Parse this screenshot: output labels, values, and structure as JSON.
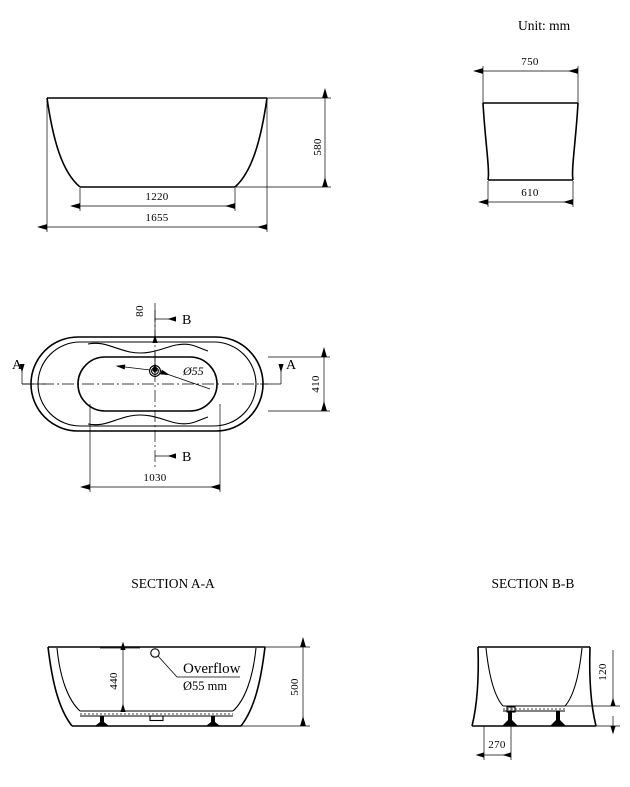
{
  "drawing": {
    "unit_note": "Unit: mm",
    "views": {
      "front_elevation": {
        "name": "front-elevation-view",
        "dimensions": {
          "height": "580",
          "base_width": "1220",
          "overall_length": "1655"
        }
      },
      "side_elevation": {
        "name": "side-elevation-view",
        "dimensions": {
          "top_width": "750",
          "base_width": "610"
        }
      },
      "plan": {
        "name": "plan-view",
        "dimensions": {
          "drain_offset": "80",
          "drain_diameter": "Ø55",
          "inner_width": "410",
          "inner_length": "1030"
        },
        "section_marks": {
          "a_left": "A",
          "a_right": "A",
          "b_top": "B",
          "b_bottom": "B"
        }
      },
      "section_aa": {
        "name": "section-aa-view",
        "title": "SECTION  A-A",
        "dimensions": {
          "inner_depth": "440",
          "overall_height": "500"
        },
        "annotation": {
          "label": "Overflow",
          "sublabel": "Ø55  mm"
        }
      },
      "section_bb": {
        "name": "section-bb-view",
        "title": "SECTION  B-B",
        "dimensions": {
          "base_height": "120",
          "foot_width": "270"
        }
      }
    }
  }
}
